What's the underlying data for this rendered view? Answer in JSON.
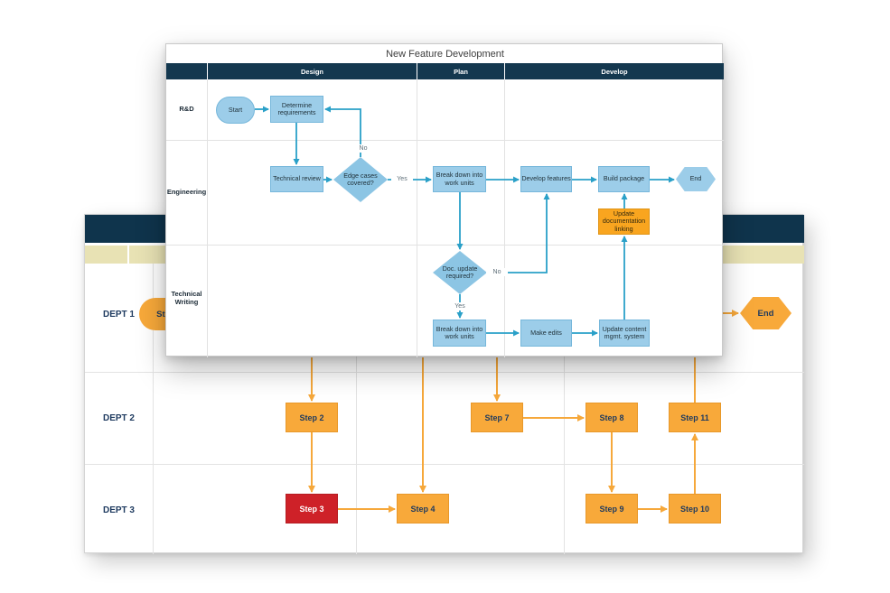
{
  "fg": {
    "title": "New Feature Development",
    "phases": {
      "design": "Design",
      "plan": "Plan",
      "develop": "Develop"
    },
    "lanes": {
      "rd": "R&D",
      "eng": "Engineering",
      "tw": "Technical Writing"
    },
    "nodes": {
      "start": "Start",
      "determine": "Determine requirements",
      "review": "Technical review",
      "edge_q": "Edge cases covered?",
      "break_eng": "Break down into work units",
      "develop_features": "Develop features",
      "build": "Build package",
      "end": "End",
      "update_doc": "Update documentation linking",
      "doc_q": "Doc. update required?",
      "break_tw": "Break down into work units",
      "make_edits": "Make edits",
      "update_cms": "Update content mgmt. system"
    },
    "edge_labels": {
      "no1": "No",
      "yes1": "Yes",
      "no2": "No",
      "yes2": "Yes"
    },
    "colors": {
      "header_navy": "#14384f",
      "node_blue": "#9ccde9",
      "diamond_blue": "#8cc5e4",
      "arrow_teal": "#2aa0c8",
      "accent_orange": "#f9a51f"
    }
  },
  "bg": {
    "lanes": {
      "d1": "DEPT 1",
      "d2": "DEPT 2",
      "d3": "DEPT 3"
    },
    "nodes": {
      "start": "Start",
      "end": "End",
      "s2": "Step 2",
      "s3": "Step 3",
      "s4": "Step 4",
      "s7": "Step 7",
      "s8": "Step 8",
      "s9": "Step 9",
      "s10": "Step 10",
      "s11": "Step 11"
    },
    "colors": {
      "header_navy": "#0f344c",
      "subheader_tan": "#e8e2b4",
      "step_orange": "#f8a93a",
      "step_red": "#ce2128",
      "arrow_orange": "#f6a83b",
      "label_navy": "#1e3a5f"
    }
  }
}
